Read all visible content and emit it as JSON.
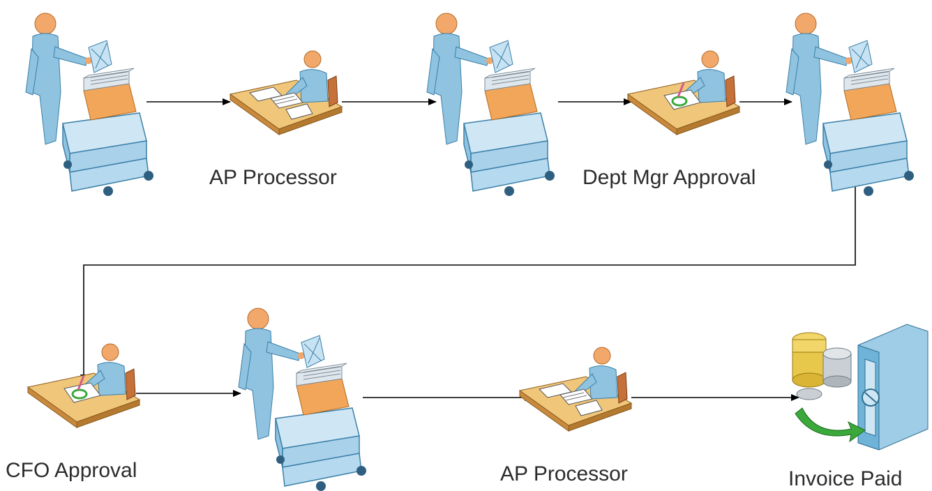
{
  "diagram": {
    "labels": {
      "ap_processor_1": "AP Processor",
      "dept_mgr_approval": "Dept Mgr Approval",
      "cfo_approval": "CFO Approval",
      "ap_processor_2": "AP Processor",
      "invoice_paid": "Invoice Paid"
    },
    "nodes": [
      {
        "id": "clerk-1",
        "icon": "clerk-cart-icon"
      },
      {
        "id": "ap-processor-1",
        "icon": "desk-worker-icon",
        "label_key": "ap_processor_1"
      },
      {
        "id": "clerk-2",
        "icon": "clerk-cart-icon"
      },
      {
        "id": "dept-mgr",
        "icon": "desk-signer-icon",
        "label_key": "dept_mgr_approval"
      },
      {
        "id": "clerk-3",
        "icon": "clerk-cart-icon"
      },
      {
        "id": "cfo",
        "icon": "desk-signer-icon",
        "label_key": "cfo_approval"
      },
      {
        "id": "clerk-4",
        "icon": "clerk-cart-icon"
      },
      {
        "id": "ap-processor-2",
        "icon": "desk-worker-icon",
        "label_key": "ap_processor_2"
      },
      {
        "id": "invoice-paid",
        "icon": "safe-coins-icon",
        "label_key": "invoice_paid"
      }
    ],
    "edges": [
      [
        "clerk-1",
        "ap-processor-1"
      ],
      [
        "ap-processor-1",
        "clerk-2"
      ],
      [
        "clerk-2",
        "dept-mgr"
      ],
      [
        "dept-mgr",
        "clerk-3"
      ],
      [
        "clerk-3",
        "cfo"
      ],
      [
        "cfo",
        "clerk-4"
      ],
      [
        "clerk-4",
        "ap-processor-2"
      ],
      [
        "ap-processor-2",
        "invoice-paid"
      ]
    ],
    "colors": {
      "skin": "#f2a86a",
      "body": "#8fc3e0",
      "desk_top": "#f0c67a",
      "desk_side": "#c98a3e",
      "box": "#f2a65a",
      "cart": "#b5d9ef",
      "safe": "#9fcde8",
      "coin": "#e8c84a",
      "silver": "#c9cfd4",
      "green": "#3aa83a",
      "line": "#000000"
    }
  }
}
